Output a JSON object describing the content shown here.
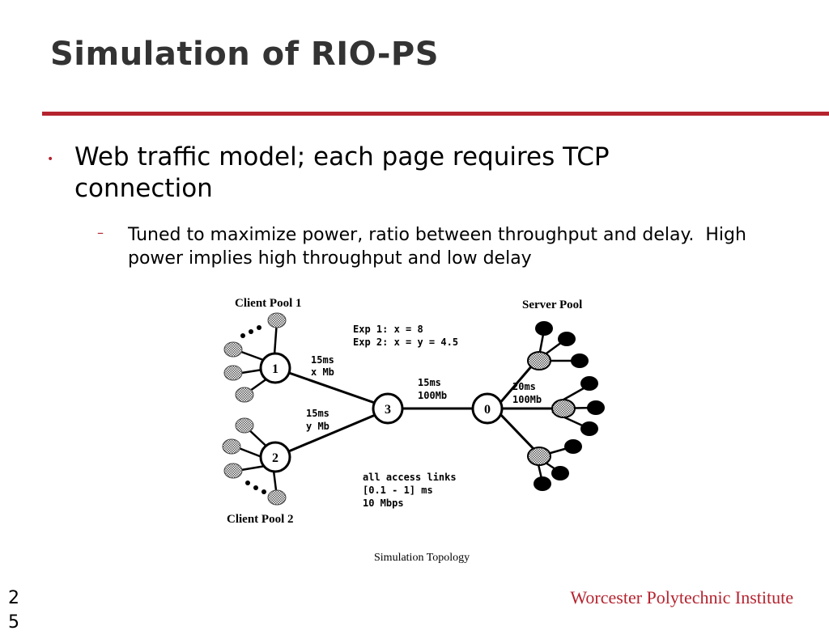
{
  "slide": {
    "title": "Simulation of RIO-PS",
    "accent_color": "#b5232f",
    "bullets": [
      {
        "marker": "•",
        "text": "Web traffic model; each page requires TCP connection",
        "sub": [
          {
            "marker": "–",
            "text": "Tuned to maximize power, ratio between throughput and delay.  High power implies high throughput and low delay"
          }
        ]
      }
    ],
    "page_number": "25",
    "footer": "Worcester Polytechnic Institute"
  },
  "diagram": {
    "caption": "Simulation Topology",
    "labels": {
      "client_pool_1": "Client Pool 1",
      "client_pool_2": "Client Pool 2",
      "server_pool": "Server Pool",
      "exp1": "Exp 1: x = 8",
      "exp2": "Exp 2: x = y = 4.5",
      "link1_delay": "15ms",
      "link1_bw": "x Mb",
      "link2_delay": "15ms",
      "link2_bw": "y Mb",
      "link30_delay": "15ms",
      "link30_bw": "100Mb",
      "server_link_delay": "20ms",
      "server_link_bw": "100Mb",
      "access1": "all access links",
      "access2": "[0.1 - 1] ms",
      "access3": "10 Mbps"
    },
    "nodes": {
      "n1": "1",
      "n2": "2",
      "n3": "3",
      "n0": "0"
    }
  }
}
